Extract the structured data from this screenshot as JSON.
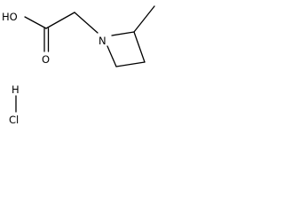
{
  "molecule": {
    "labels": {
      "hydroxyl": "HO",
      "carbonyl_oxygen": "O",
      "ring_nitrogen": "N",
      "salt_hydrogen": "H",
      "salt_chlorine": "Cl"
    }
  }
}
